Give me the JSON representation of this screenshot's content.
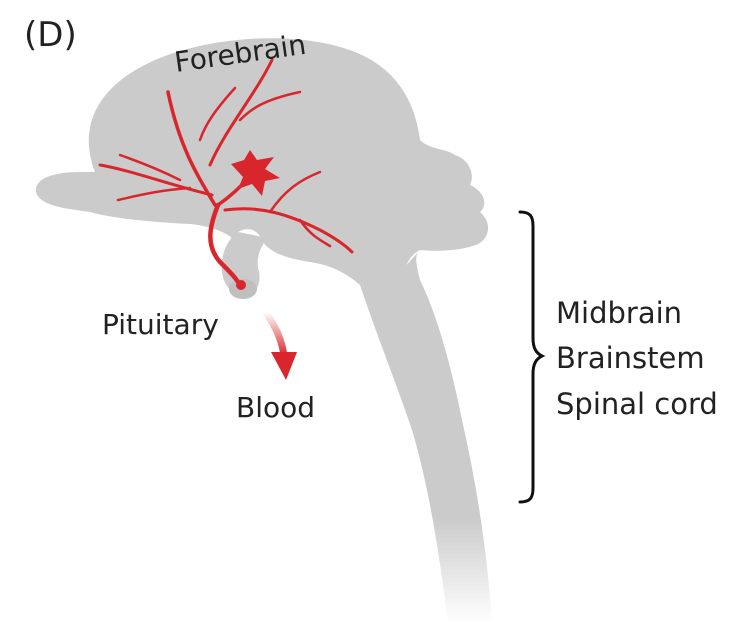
{
  "panel_label": "(D)",
  "labels": {
    "forebrain": "Forebrain",
    "pituitary": "Pituitary",
    "blood": "Blood",
    "region_list": [
      "Midbrain",
      "Brainstem",
      "Spinal cord"
    ]
  },
  "colors": {
    "tissue": "#cbcbcb",
    "neuron": "#d8262c",
    "text": "#222222",
    "bracket": "#111111"
  }
}
